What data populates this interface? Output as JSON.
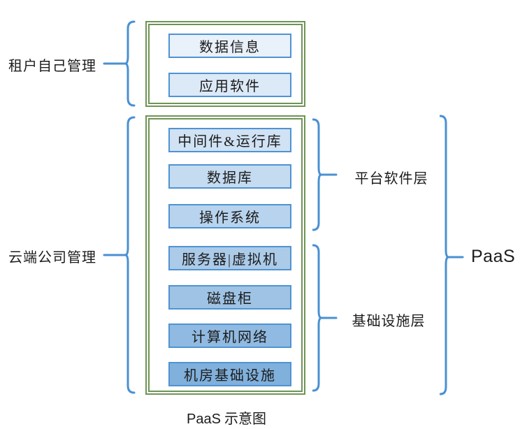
{
  "left_labels": {
    "tenant": "租户自己管理",
    "cloud": "云端公司管理"
  },
  "tenant_box": {
    "items": [
      {
        "label": "数据信息",
        "fill": "#e9f1fb"
      },
      {
        "label": "应用软件",
        "fill": "#dce9f7"
      }
    ]
  },
  "cloud_box": {
    "items": [
      {
        "label": "中间件&运行库",
        "fill": "#d0e2f4"
      },
      {
        "label": "数据库",
        "fill": "#c4dbf0"
      },
      {
        "label": "操作系统",
        "fill": "#b8d3ed"
      },
      {
        "label": "服务器|虚拟机",
        "fill": "#abcbe9"
      },
      {
        "label": "磁盘柜",
        "fill": "#9ec3e5"
      },
      {
        "label": "计算机网络",
        "fill": "#90bae1"
      },
      {
        "label": "机房基础设施",
        "fill": "#80b0dc"
      }
    ]
  },
  "right_labels": {
    "platform_layer": "平台软件层",
    "infrastructure_layer": "基础设施层",
    "paas": "PaaS"
  },
  "caption": {
    "latin": "PaaS",
    "cjk": " 示意图"
  },
  "colors": {
    "brace": "#4a90d2",
    "box_border": "#4f93d2",
    "frame_border": "#6e9455",
    "text": "#1c1c1c"
  }
}
